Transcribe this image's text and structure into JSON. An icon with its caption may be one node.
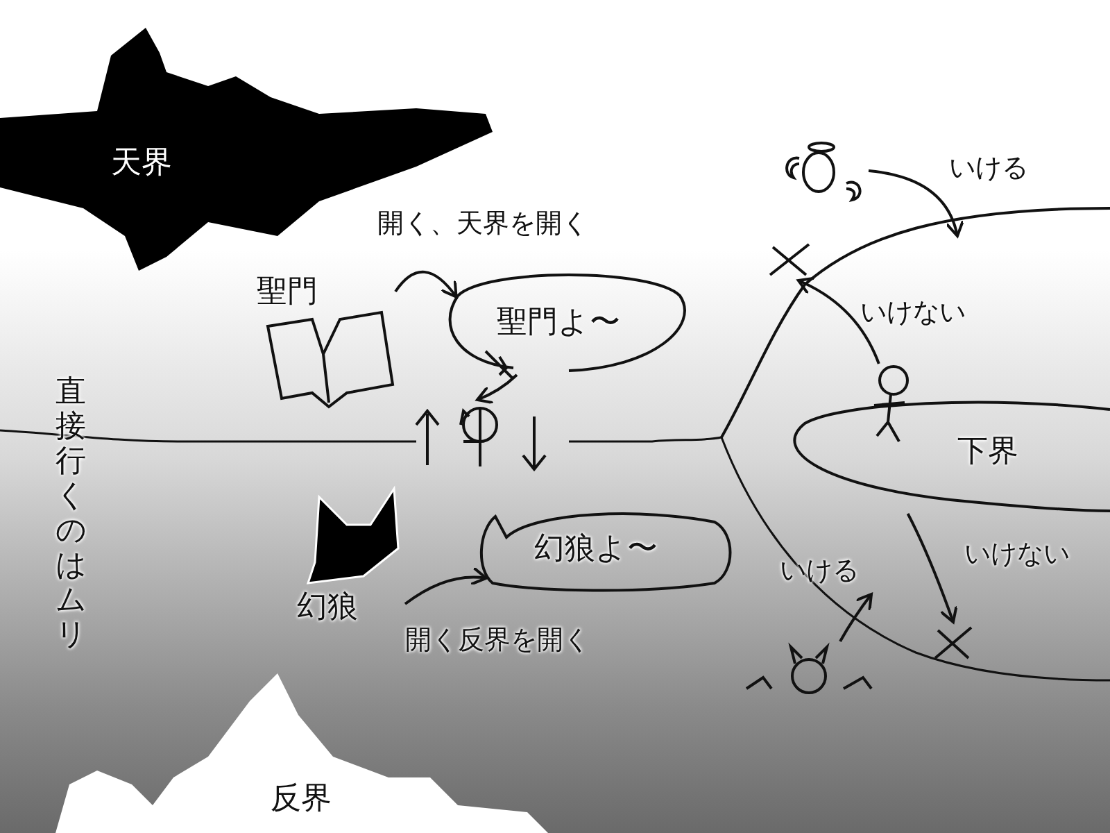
{
  "diagram": {
    "nodes": [
      {
        "text": [
          "天界"
        ]
      },
      {
        "text": [
          "聖門"
        ]
      },
      {
        "text": [
          "聖門よ〜"
        ]
      },
      {
        "text": [],
        "shape": "person"
      },
      {
        "text": [
          "幻狼"
        ]
      },
      {
        "text": [
          "幻狼よ〜"
        ]
      },
      {
        "text": [
          "反界"
        ]
      },
      {
        "text": [
          "下界"
        ]
      },
      {
        "text": [],
        "shape": "person"
      },
      {
        "text": [],
        "shape": "person"
      },
      {
        "text": [],
        "shape": "person"
      },
      {
        "text": [],
        "shape": "cross"
      },
      {
        "text": [],
        "shape": "cross"
      }
    ],
    "edges": [
      {
        "from": 1,
        "to": 2,
        "arrow": "to",
        "label": "開く、天界を開く"
      },
      {
        "from": 2,
        "to": 3,
        "arrow": "to"
      },
      {
        "from": 9,
        "to": 11,
        "arrow": "to",
        "label": "いけない"
      },
      {
        "from": 8,
        "to": null,
        "arrow": "to",
        "label": "いける"
      },
      {
        "from": 4,
        "to": 5,
        "arrow": "to",
        "label": "開く反界を開く"
      },
      {
        "from": 7,
        "to": 12,
        "arrow": "to",
        "label": "いけない"
      },
      {
        "from": 10,
        "to": null,
        "arrow": "to",
        "label": "いける"
      }
    ],
    "labels": [
      "直接行くのはムリ"
    ]
  }
}
